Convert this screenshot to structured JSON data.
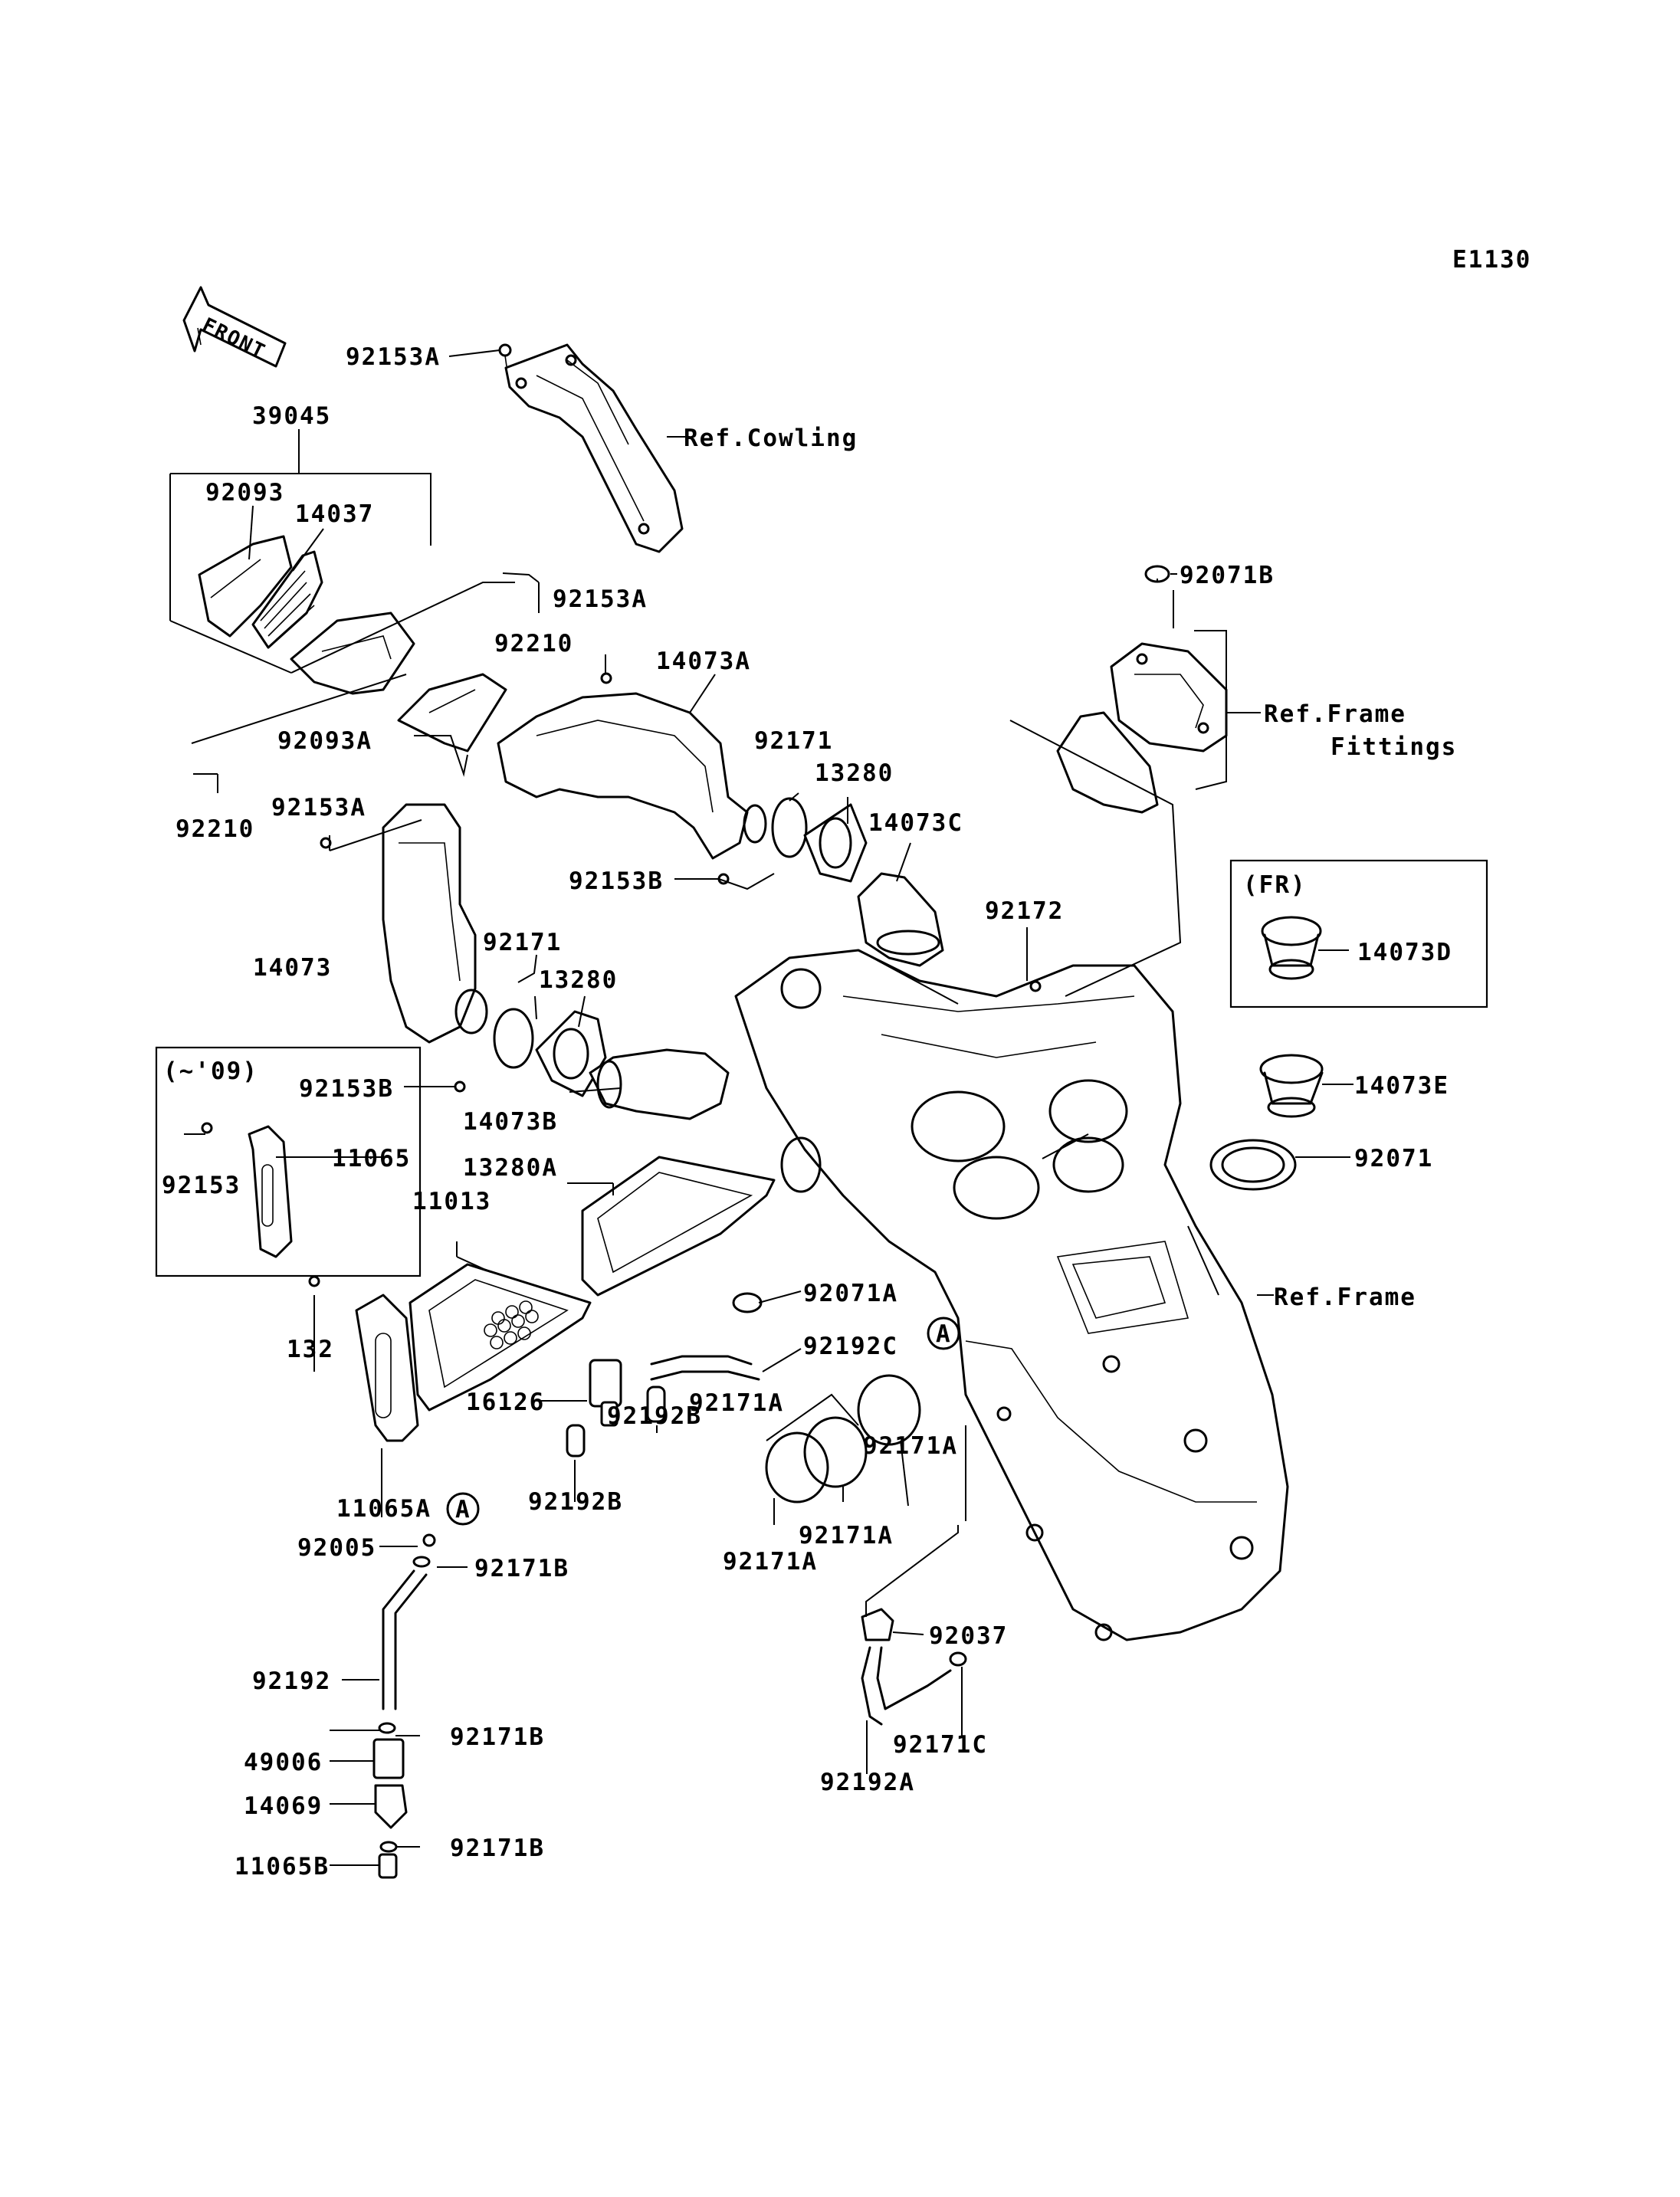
{
  "page_code": "E1130",
  "front_arrow": {
    "label": "FRONT",
    "icon": "front-arrow-icon"
  },
  "callout": {
    "ref_mark": "A"
  },
  "inset_box_fr": {
    "header": "(FR)"
  },
  "inset_box_09": {
    "header": "(~'09)"
  },
  "parts": {
    "p92153A_top": "92153A",
    "ref_cowling": "Ref.Cowling",
    "p39045": "39045",
    "p92093": "92093",
    "p14037": "14037",
    "p92153A_mid": "92153A",
    "p92210_right": "92210",
    "p14073A": "14073A",
    "p92093A": "92093A",
    "p92210_left": "92210",
    "p92153A_left": "92153A",
    "p92171_top": "92171",
    "p13280_top": "13280",
    "p14073C": "14073C",
    "p92153B_top": "92153B",
    "p92071B": "92071B",
    "ref_frame_fittings_1": "Ref.Frame",
    "ref_frame_fittings_2": "Fittings",
    "p92172": "92172",
    "p14073D": "14073D",
    "p14073": "14073",
    "p92171_mid": "92171",
    "p13280_mid": "13280",
    "p92153B_mid": "92153B",
    "p14073B": "14073B",
    "p14073E": "14073E",
    "p92071": "92071",
    "p92153": "92153",
    "p11065": "11065",
    "p13280A": "13280A",
    "p11013": "11013",
    "p92071A": "92071A",
    "ref_frame": "Ref.Frame",
    "p132": "132",
    "p92192C": "92192C",
    "p16126": "16126",
    "p92171A_1": "92171A",
    "p92192B_1": "92192B",
    "p92171A_2": "92171A",
    "p92192B_2": "92192B",
    "p92171A_3": "92171A",
    "p92171A_4": "92171A",
    "p11065A": "11065A",
    "p92005": "92005",
    "p92171B_1": "92171B",
    "p92037": "92037",
    "p92192": "92192",
    "p92171C": "92171C",
    "p92171B_2": "92171B",
    "p92192A": "92192A",
    "p49006": "49006",
    "p14069": "14069",
    "p92171B_3": "92171B",
    "p11065B": "11065B"
  }
}
